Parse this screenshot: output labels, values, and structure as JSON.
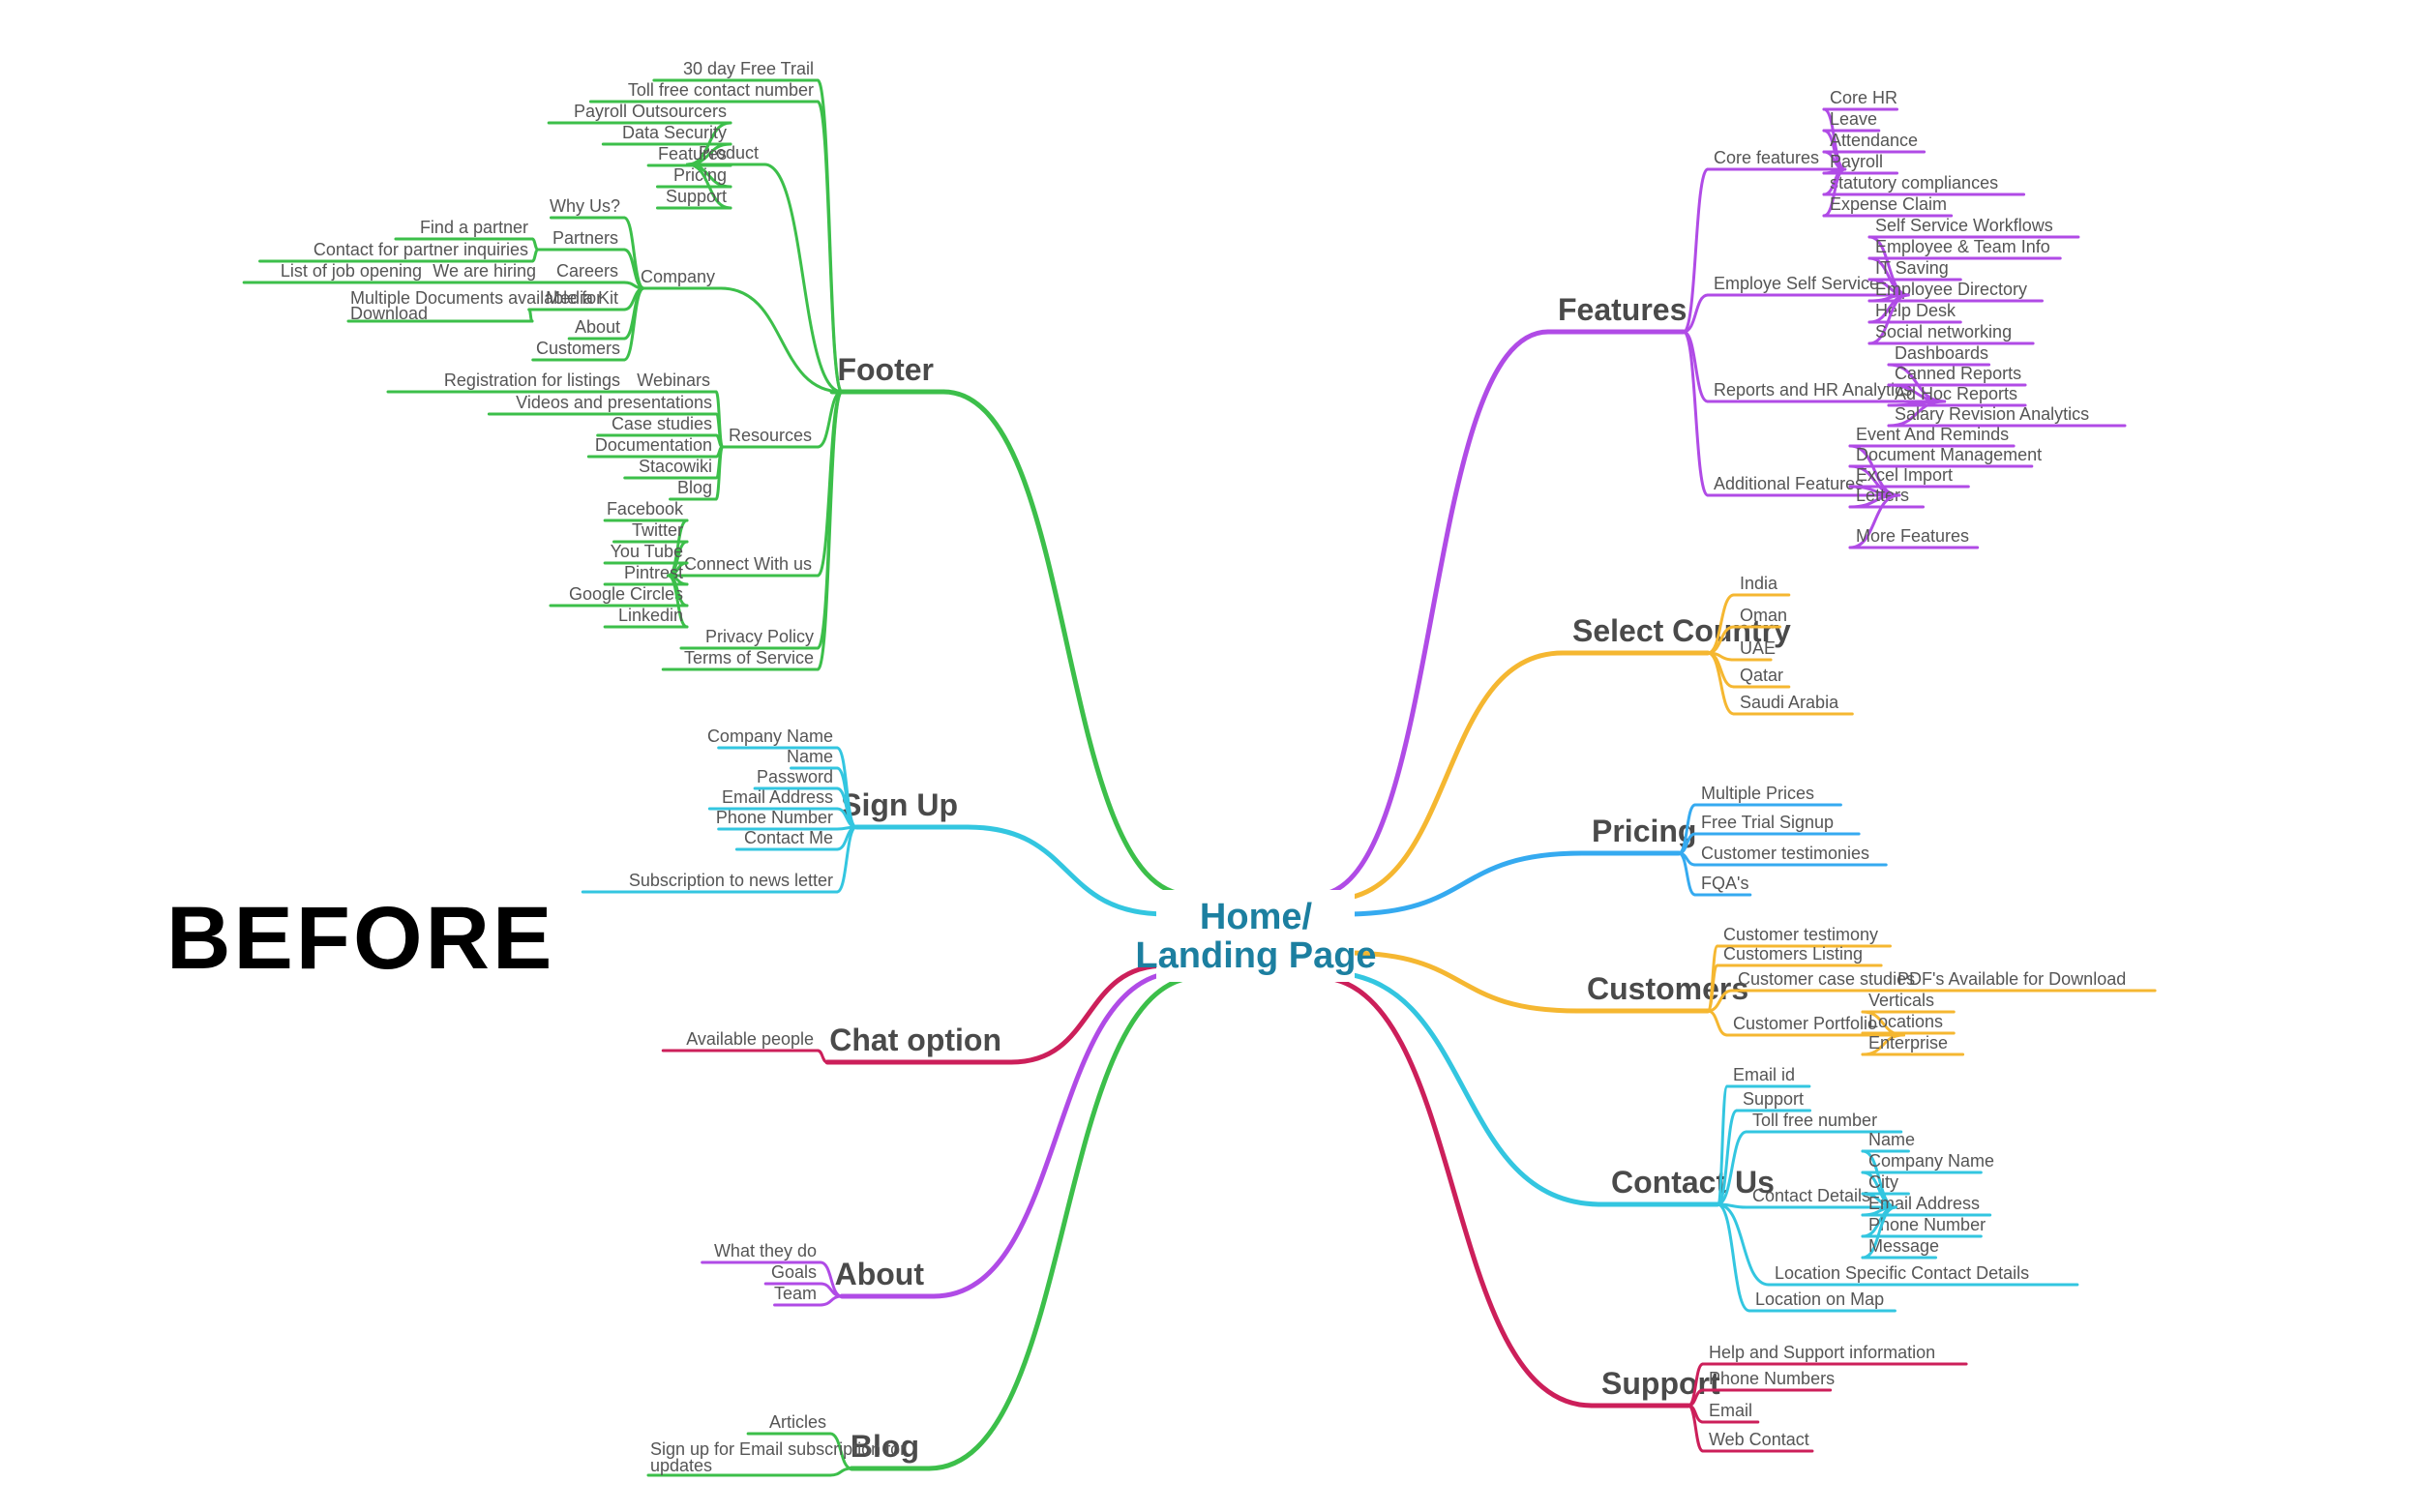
{
  "title": "BEFORE",
  "colors": {
    "green": "#3cbf4a",
    "purple": "#b04be6",
    "orange": "#f5b731",
    "blue": "#35aaf0",
    "cyan": "#33c6e0",
    "crimson": "#cc1f5a",
    "root_text": "#1c7fa0"
  },
  "root": {
    "line1": "Home/",
    "line2": "Landing Page"
  },
  "branches": {
    "footer": {
      "label": "Footer",
      "items": [
        "30 day Free Trail",
        "Toll free contact number",
        "Product",
        "Payroll Outsourcers",
        "Data Security",
        "Features",
        "Pricing",
        "Support",
        "Company",
        "Why Us?",
        "Partners",
        "Find a partner",
        "Contact for partner inquiries",
        "Careers",
        "We are hiring",
        "List of job opening",
        "Media Kit",
        "Multiple Documents available for",
        "Download",
        "About",
        "Customers",
        "Resources",
        "Webinars",
        "Registration for listings",
        "Videos and presentations",
        "Case studies",
        "Documentation",
        "Stacowiki",
        "Blog",
        "Connect With us",
        "Facebook",
        "Twitter",
        "You Tube",
        "Pintrest",
        "Google Circles",
        "Linkedin",
        "Privacy Policy",
        "Terms of Service"
      ]
    },
    "signup": {
      "label": "Sign Up",
      "items": [
        "Company Name",
        "Name",
        "Password",
        "Email Address",
        "Phone Number",
        "Contact Me",
        "Subscription to news letter"
      ]
    },
    "chat": {
      "label": "Chat option",
      "items": [
        "Available people"
      ]
    },
    "about": {
      "label": "About",
      "items": [
        "What they do",
        "Goals",
        "Team"
      ]
    },
    "blog": {
      "label": "Blog",
      "items": [
        "Articles",
        "Sign up for Email subscription for",
        "updates"
      ]
    },
    "features": {
      "label": "Features",
      "items": [
        "Core features",
        "Core HR",
        "Leave",
        "Attendance",
        "Payroll",
        "statutory compliances",
        "Expense Claim",
        "Employe Self Service",
        "Self Service Workflows",
        "Employee & Team Info",
        "IT Saving",
        "Employee Directory",
        "Help Desk",
        "Social networking",
        "Reports and HR Analytics",
        "Dashboards",
        "Canned Reports",
        "Ad Hoc Reports",
        "Salary Revision Analytics",
        "Additional Features",
        "Event And Reminds",
        "Document Management",
        "Excel Import",
        "Letters",
        "More Features"
      ]
    },
    "country": {
      "label": "Select Country",
      "items": [
        "India",
        "Oman",
        "UAE",
        "Qatar",
        "Saudi Arabia"
      ]
    },
    "pricing": {
      "label": "Pricing",
      "items": [
        "Multiple Prices",
        "Free Trial Signup",
        "Customer testimonies",
        "FQA's"
      ]
    },
    "customers": {
      "label": "Customers",
      "items": [
        "Customer testimony",
        "Customers Listing",
        "Customer case studies",
        "PDF's Available for Download",
        "Customer Portfolio",
        "Verticals",
        "Locations",
        "Enterprise"
      ]
    },
    "contact": {
      "label": "Contact Us",
      "items": [
        "Email id",
        "Support",
        "Toll free number",
        "Contact Details",
        "Name",
        "Company Name",
        "City",
        "Email Address",
        "Phone Number",
        "Message",
        "Location Specific Contact Details",
        "Location on Map"
      ]
    },
    "support": {
      "label": "Support",
      "items": [
        "Help and Support information",
        "Phone Numbers",
        "Email",
        "Web Contact"
      ]
    }
  }
}
